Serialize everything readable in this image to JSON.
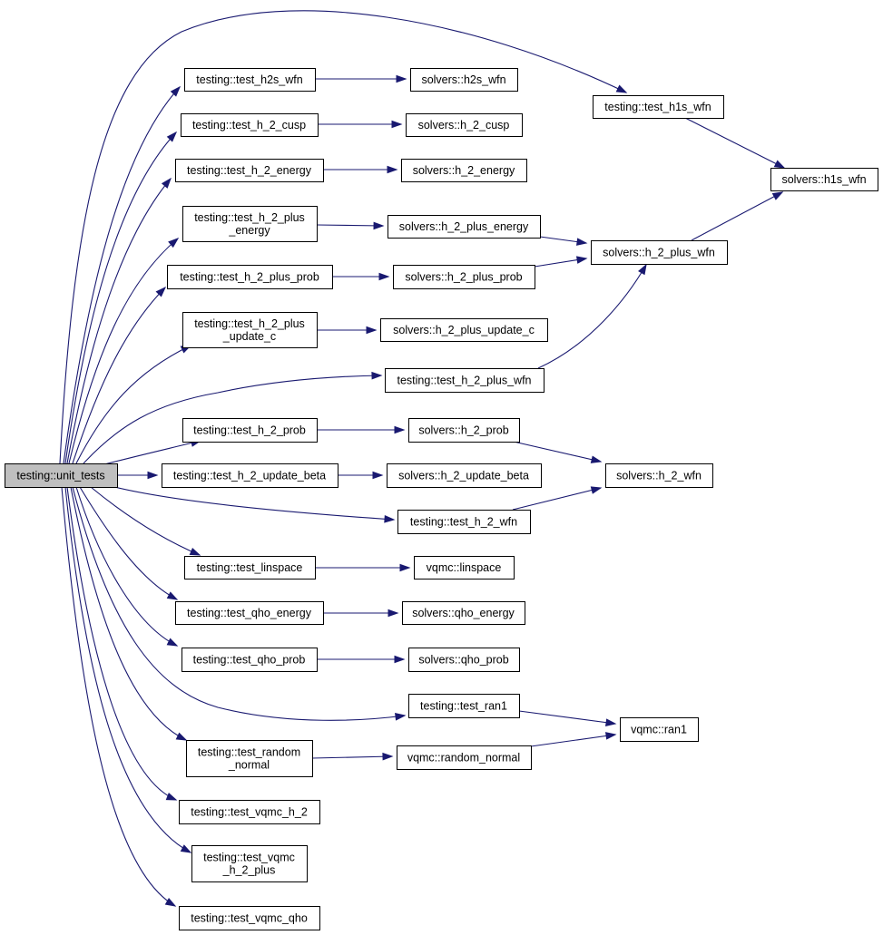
{
  "diagram": {
    "colors": {
      "edge": "#191970",
      "node_border": "#000000",
      "node_fill": "#ffffff",
      "root_fill": "#bfbfbf"
    },
    "nodes": [
      {
        "id": "unit_tests",
        "lines": [
          "testing::unit_tests"
        ]
      },
      {
        "id": "test_h2s_wfn",
        "lines": [
          "testing::test_h2s_wfn"
        ]
      },
      {
        "id": "h2s_wfn",
        "lines": [
          "solvers::h2s_wfn"
        ]
      },
      {
        "id": "test_h1s_wfn",
        "lines": [
          "testing::test_h1s_wfn"
        ]
      },
      {
        "id": "h1s_wfn",
        "lines": [
          "solvers::h1s_wfn"
        ]
      },
      {
        "id": "test_h_2_cusp",
        "lines": [
          "testing::test_h_2_cusp"
        ]
      },
      {
        "id": "h_2_cusp",
        "lines": [
          "solvers::h_2_cusp"
        ]
      },
      {
        "id": "test_h_2_energy",
        "lines": [
          "testing::test_h_2_energy"
        ]
      },
      {
        "id": "h_2_energy",
        "lines": [
          "solvers::h_2_energy"
        ]
      },
      {
        "id": "test_h_2_plus_energy",
        "lines": [
          "testing::test_h_2_plus",
          "_energy"
        ]
      },
      {
        "id": "h_2_plus_energy",
        "lines": [
          "solvers::h_2_plus_energy"
        ]
      },
      {
        "id": "h_2_plus_wfn",
        "lines": [
          "solvers::h_2_plus_wfn"
        ]
      },
      {
        "id": "test_h_2_plus_prob",
        "lines": [
          "testing::test_h_2_plus_prob"
        ]
      },
      {
        "id": "h_2_plus_prob",
        "lines": [
          "solvers::h_2_plus_prob"
        ]
      },
      {
        "id": "test_h_2_plus_update_c",
        "lines": [
          "testing::test_h_2_plus",
          "_update_c"
        ]
      },
      {
        "id": "h_2_plus_update_c",
        "lines": [
          "solvers::h_2_plus_update_c"
        ]
      },
      {
        "id": "test_h_2_plus_wfn",
        "lines": [
          "testing::test_h_2_plus_wfn"
        ]
      },
      {
        "id": "test_h_2_prob",
        "lines": [
          "testing::test_h_2_prob"
        ]
      },
      {
        "id": "h_2_prob",
        "lines": [
          "solvers::h_2_prob"
        ]
      },
      {
        "id": "h_2_wfn",
        "lines": [
          "solvers::h_2_wfn"
        ]
      },
      {
        "id": "test_h_2_update_beta",
        "lines": [
          "testing::test_h_2_update_beta"
        ]
      },
      {
        "id": "h_2_update_beta",
        "lines": [
          "solvers::h_2_update_beta"
        ]
      },
      {
        "id": "test_h_2_wfn",
        "lines": [
          "testing::test_h_2_wfn"
        ]
      },
      {
        "id": "test_linspace",
        "lines": [
          "testing::test_linspace"
        ]
      },
      {
        "id": "linspace",
        "lines": [
          "vqmc::linspace"
        ]
      },
      {
        "id": "test_qho_energy",
        "lines": [
          "testing::test_qho_energy"
        ]
      },
      {
        "id": "qho_energy",
        "lines": [
          "solvers::qho_energy"
        ]
      },
      {
        "id": "test_qho_prob",
        "lines": [
          "testing::test_qho_prob"
        ]
      },
      {
        "id": "qho_prob",
        "lines": [
          "solvers::qho_prob"
        ]
      },
      {
        "id": "test_ran1",
        "lines": [
          "testing::test_ran1"
        ]
      },
      {
        "id": "ran1",
        "lines": [
          "vqmc::ran1"
        ]
      },
      {
        "id": "test_random_normal",
        "lines": [
          "testing::test_random",
          "_normal"
        ]
      },
      {
        "id": "random_normal",
        "lines": [
          "vqmc::random_normal"
        ]
      },
      {
        "id": "test_vqmc_h_2",
        "lines": [
          "testing::test_vqmc_h_2"
        ]
      },
      {
        "id": "test_vqmc_h_2_plus",
        "lines": [
          "testing::test_vqmc",
          "_h_2_plus"
        ]
      },
      {
        "id": "test_vqmc_qho",
        "lines": [
          "testing::test_vqmc_qho"
        ]
      }
    ],
    "edges": [
      [
        "unit_tests",
        "test_h2s_wfn"
      ],
      [
        "unit_tests",
        "test_h1s_wfn"
      ],
      [
        "unit_tests",
        "test_h_2_cusp"
      ],
      [
        "unit_tests",
        "test_h_2_energy"
      ],
      [
        "unit_tests",
        "test_h_2_plus_energy"
      ],
      [
        "unit_tests",
        "test_h_2_plus_prob"
      ],
      [
        "unit_tests",
        "test_h_2_plus_update_c"
      ],
      [
        "unit_tests",
        "test_h_2_plus_wfn"
      ],
      [
        "unit_tests",
        "test_h_2_prob"
      ],
      [
        "unit_tests",
        "test_h_2_update_beta"
      ],
      [
        "unit_tests",
        "test_h_2_wfn"
      ],
      [
        "unit_tests",
        "test_linspace"
      ],
      [
        "unit_tests",
        "test_qho_energy"
      ],
      [
        "unit_tests",
        "test_qho_prob"
      ],
      [
        "unit_tests",
        "test_ran1"
      ],
      [
        "unit_tests",
        "test_random_normal"
      ],
      [
        "unit_tests",
        "test_vqmc_h_2"
      ],
      [
        "unit_tests",
        "test_vqmc_h_2_plus"
      ],
      [
        "unit_tests",
        "test_vqmc_qho"
      ],
      [
        "test_h2s_wfn",
        "h2s_wfn"
      ],
      [
        "test_h1s_wfn",
        "h1s_wfn"
      ],
      [
        "test_h_2_cusp",
        "h_2_cusp"
      ],
      [
        "test_h_2_energy",
        "h_2_energy"
      ],
      [
        "test_h_2_plus_energy",
        "h_2_plus_energy"
      ],
      [
        "h_2_plus_energy",
        "h_2_plus_wfn"
      ],
      [
        "h_2_plus_wfn",
        "h1s_wfn"
      ],
      [
        "test_h_2_plus_prob",
        "h_2_plus_prob"
      ],
      [
        "h_2_plus_prob",
        "h_2_plus_wfn"
      ],
      [
        "test_h_2_plus_update_c",
        "h_2_plus_update_c"
      ],
      [
        "test_h_2_plus_wfn",
        "h_2_plus_wfn"
      ],
      [
        "test_h_2_prob",
        "h_2_prob"
      ],
      [
        "h_2_prob",
        "h_2_wfn"
      ],
      [
        "test_h_2_update_beta",
        "h_2_update_beta"
      ],
      [
        "test_h_2_wfn",
        "h_2_wfn"
      ],
      [
        "test_linspace",
        "linspace"
      ],
      [
        "test_qho_energy",
        "qho_energy"
      ],
      [
        "test_qho_prob",
        "qho_prob"
      ],
      [
        "test_ran1",
        "ran1"
      ],
      [
        "test_random_normal",
        "random_normal"
      ],
      [
        "random_normal",
        "ran1"
      ]
    ]
  }
}
